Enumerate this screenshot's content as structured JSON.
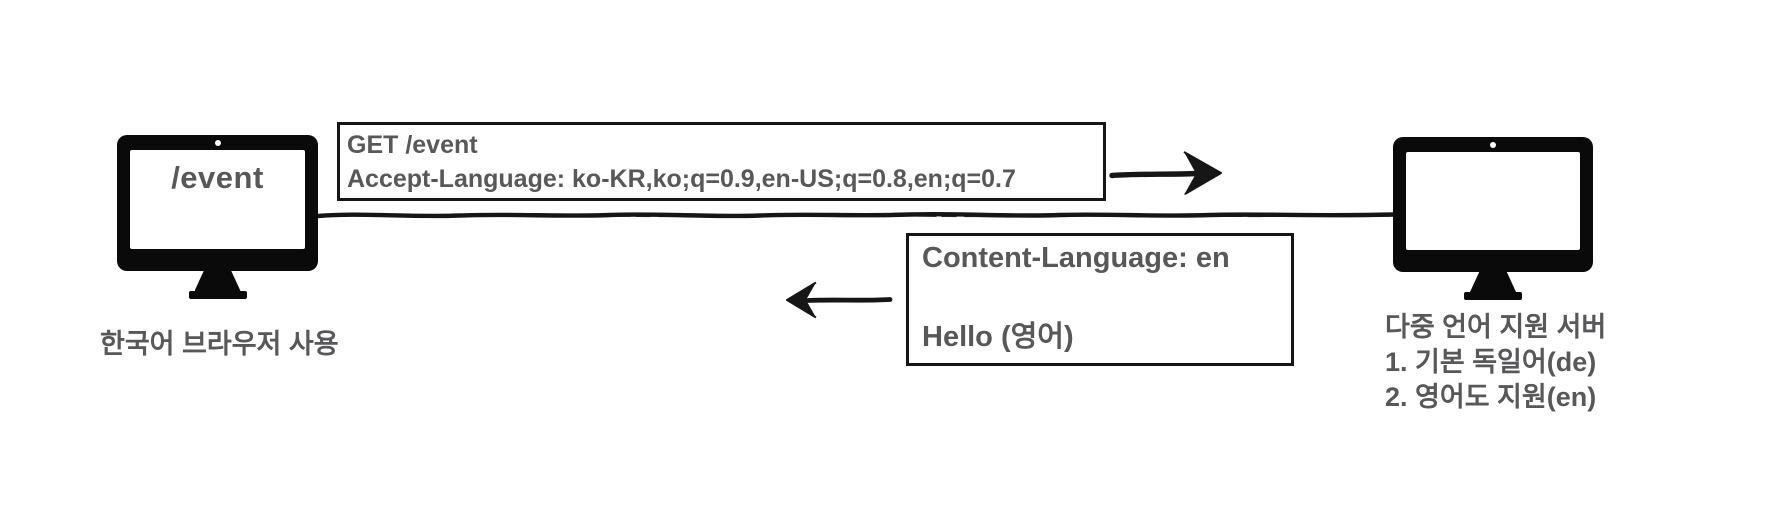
{
  "diagram": {
    "client": {
      "screen_label": "/event",
      "caption": "한국어 브라우저 사용"
    },
    "request_box": {
      "method_line": "GET /event",
      "header_line": "Accept-Language: ko-KR,ko;q=0.9,en-US;q=0.8,en;q=0.7"
    },
    "response_box": {
      "header_line": "Content-Language: en",
      "body_line": "Hello (영어)"
    },
    "server": {
      "caption_title": "다중 언어 지원 서버",
      "caption_item1": "1. 기본 독일어(de)",
      "caption_item2": "2. 영어도 지원(en)"
    },
    "colors": {
      "ink": "#161616",
      "monitor_black": "#0a0a0a",
      "text_gray": "#58585a",
      "background": "#ffffff"
    }
  }
}
